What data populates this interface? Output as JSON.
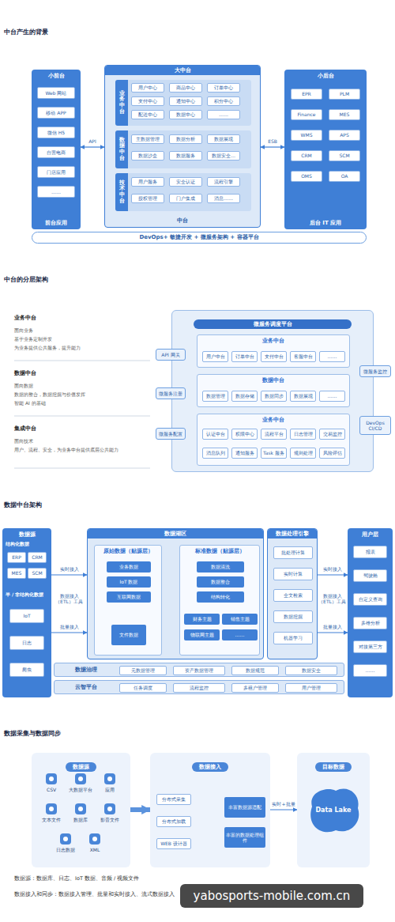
{
  "diagram": {
    "nodes": [
      {
        "text": [
          "小前台",
          "前台应用"
        ]
      },
      {
        "text": [
          "Web 网站"
        ],
        "in": 0
      },
      {
        "text": [
          "移动 APP"
        ],
        "in": 0
      },
      {
        "text": [
          "微信 H5"
        ],
        "in": 0
      },
      {
        "text": [
          "自营电商"
        ],
        "in": 0
      },
      {
        "text": [
          "门店应用"
        ],
        "in": 0
      },
      {
        "text": [
          "……"
        ],
        "in": 0
      },
      {
        "text": [
          "大中台",
          "中台"
        ]
      },
      {
        "text": [
          "业务中台"
        ],
        "in": 7
      },
      {
        "text": [
          "用户中心"
        ],
        "in": 8
      },
      {
        "text": [
          "商品中心"
        ],
        "in": 8
      },
      {
        "text": [
          "订单中心"
        ],
        "in": 8
      },
      {
        "text": [
          "支付中心"
        ],
        "in": 8
      },
      {
        "text": [
          "通知中心"
        ],
        "in": 8
      },
      {
        "text": [
          "积分中心"
        ],
        "in": 8
      },
      {
        "text": [
          "配送中心"
        ],
        "in": 8
      },
      {
        "text": [
          "数据中心"
        ],
        "in": 8
      },
      {
        "text": [
          "……"
        ],
        "in": 8
      },
      {
        "text": [
          "数据中台"
        ],
        "in": 7
      },
      {
        "text": [
          "主数据管理"
        ],
        "in": 18
      },
      {
        "text": [
          "数据分析"
        ],
        "in": 18
      },
      {
        "text": [
          "数据展现"
        ],
        "in": 18
      },
      {
        "text": [
          "数据沙盒"
        ],
        "in": 18
      },
      {
        "text": [
          "数据服务"
        ],
        "in": 18
      },
      {
        "text": [
          "数据安全…"
        ],
        "in": 18
      },
      {
        "text": [
          "技术中台"
        ],
        "in": 7
      },
      {
        "text": [
          "用户服务"
        ],
        "in": 25
      },
      {
        "text": [
          "安全认证"
        ],
        "in": 25
      },
      {
        "text": [
          "流程引擎"
        ],
        "in": 25
      },
      {
        "text": [
          "授权管理"
        ],
        "in": 25
      },
      {
        "text": [
          "门户集成"
        ],
        "in": 25
      },
      {
        "text": [
          "消息……"
        ],
        "in": 25
      },
      {
        "text": [
          "小后台",
          "后台 IT 应用"
        ]
      },
      {
        "text": [
          "EPR"
        ],
        "in": 32
      },
      {
        "text": [
          "PLM"
        ],
        "in": 32
      },
      {
        "text": [
          "Finance"
        ],
        "in": 32
      },
      {
        "text": [
          "MES"
        ],
        "in": 32
      },
      {
        "text": [
          "WMS"
        ],
        "in": 32
      },
      {
        "text": [
          "APS"
        ],
        "in": 32
      },
      {
        "text": [
          "CRM"
        ],
        "in": 32
      },
      {
        "text": [
          "SCM"
        ],
        "in": 32
      },
      {
        "text": [
          "OMS"
        ],
        "in": 32
      },
      {
        "text": [
          "OA"
        ],
        "in": 32
      },
      {
        "text": [
          "DevOps+ 敏捷开发 + 微服务架构 + 容器平台"
        ]
      },
      {
        "text": [
          "微服务调度平台"
        ]
      },
      {
        "text": [
          "API 网关"
        ]
      },
      {
        "text": [
          "微服务注册"
        ]
      },
      {
        "text": [
          "微服务配置"
        ]
      },
      {
        "text": [
          "微服务监控"
        ]
      },
      {
        "text": [
          "DevOps CI/CD"
        ]
      },
      {
        "text": [
          "业务中台"
        ],
        "in": 44
      },
      {
        "text": [
          "用户中台"
        ],
        "in": 50
      },
      {
        "text": [
          "订单中台"
        ],
        "in": 50
      },
      {
        "text": [
          "支付中台"
        ],
        "in": 50
      },
      {
        "text": [
          "客服中台"
        ],
        "in": 50
      },
      {
        "text": [
          "……"
        ],
        "in": 50
      },
      {
        "text": [
          "数据中台"
        ],
        "in": 44
      },
      {
        "text": [
          "数据管理"
        ],
        "in": 56
      },
      {
        "text": [
          "数据存储"
        ],
        "in": 56
      },
      {
        "text": [
          "数据同步"
        ],
        "in": 56
      },
      {
        "text": [
          "数据展现"
        ],
        "in": 56
      },
      {
        "text": [
          "……"
        ],
        "in": 56
      },
      {
        "text": [
          "业务中台"
        ],
        "in": 44
      },
      {
        "text": [
          "认证中台"
        ],
        "in": 62
      },
      {
        "text": [
          "权限中心"
        ],
        "in": 62
      },
      {
        "text": [
          "流程平台"
        ],
        "in": 62
      },
      {
        "text": [
          "日志管理"
        ],
        "in": 62
      },
      {
        "text": [
          "交易监控"
        ],
        "in": 62
      },
      {
        "text": [
          "消息队列"
        ],
        "in": 62
      },
      {
        "text": [
          "通知服务"
        ],
        "in": 62
      },
      {
        "text": [
          "Task 服务"
        ],
        "in": 62
      },
      {
        "text": [
          "规则处理"
        ],
        "in": 62
      },
      {
        "text": [
          "风险评估"
        ],
        "in": 62
      },
      {
        "text": [
          "数据源"
        ]
      },
      {
        "text": [
          "结构化数据"
        ],
        "in": 73
      },
      {
        "text": [
          "ERP"
        ],
        "in": 74
      },
      {
        "text": [
          "CRM"
        ],
        "in": 74
      },
      {
        "text": [
          "MES"
        ],
        "in": 74
      },
      {
        "text": [
          "SCM"
        ],
        "in": 74
      },
      {
        "text": [
          "半 / 非结构化数据"
        ],
        "in": 73
      },
      {
        "text": [
          "IoT"
        ],
        "in": 79
      },
      {
        "text": [
          "日志"
        ],
        "in": 79
      },
      {
        "text": [
          "爬虫"
        ],
        "in": 79
      },
      {
        "text": [
          "数据湖区"
        ]
      },
      {
        "text": [
          "原始数据（贴源层）"
        ],
        "in": 83
      },
      {
        "text": [
          "业务数据"
        ],
        "in": 84
      },
      {
        "text": [
          "IoT 数据"
        ],
        "in": 84
      },
      {
        "text": [
          "互联网数据"
        ],
        "in": 84
      },
      {
        "text": [
          "文件数据"
        ],
        "in": 84
      },
      {
        "text": [
          "标准数据（贴源层）"
        ],
        "in": 83
      },
      {
        "text": [
          "数据清洗"
        ],
        "in": 89
      },
      {
        "text": [
          "数据整合"
        ],
        "in": 89
      },
      {
        "text": [
          "结构转化"
        ],
        "in": 89
      },
      {
        "text": [
          "财务主题"
        ],
        "in": 89
      },
      {
        "text": [
          "销售主题"
        ],
        "in": 89
      },
      {
        "text": [
          "物联网主题"
        ],
        "in": 89
      },
      {
        "text": [
          "……"
        ],
        "in": 89
      },
      {
        "text": [
          "数据处理引擎"
        ]
      },
      {
        "text": [
          "批处理计算"
        ],
        "in": 97
      },
      {
        "text": [
          "实时计算"
        ],
        "in": 97
      },
      {
        "text": [
          "全文检索"
        ],
        "in": 97
      },
      {
        "text": [
          "数据挖掘"
        ],
        "in": 97
      },
      {
        "text": [
          "机器学习"
        ],
        "in": 97
      },
      {
        "text": [
          "用户层"
        ]
      },
      {
        "text": [
          "报表"
        ],
        "in": 103
      },
      {
        "text": [
          "驾驶舱"
        ],
        "in": 103
      },
      {
        "text": [
          "自定义查询"
        ],
        "in": 103
      },
      {
        "text": [
          "多维分析"
        ],
        "in": 103
      },
      {
        "text": [
          "对接第三方"
        ],
        "in": 103
      },
      {
        "text": [
          "……"
        ],
        "in": 103
      },
      {
        "text": [
          "数据治理"
        ]
      },
      {
        "text": [
          "元数据管理"
        ],
        "in": 110
      },
      {
        "text": [
          "资产数据管理"
        ],
        "in": 110
      },
      {
        "text": [
          "数据规范"
        ],
        "in": 110
      },
      {
        "text": [
          "数据安全"
        ],
        "in": 110
      },
      {
        "text": [
          "云智平台"
        ]
      },
      {
        "text": [
          "任务调度"
        ],
        "in": 115
      },
      {
        "text": [
          "流程监控"
        ],
        "in": 115
      },
      {
        "text": [
          "多租户管理"
        ],
        "in": 115
      },
      {
        "text": [
          "用户管理"
        ],
        "in": 115
      },
      {
        "text": [
          "数据源"
        ]
      },
      {
        "text": [
          "CSV"
        ],
        "in": 120
      },
      {
        "text": [
          "大数据平台"
        ],
        "in": 120
      },
      {
        "text": [
          "应用"
        ],
        "in": 120
      },
      {
        "text": [
          "文本文件"
        ],
        "in": 120
      },
      {
        "text": [
          "数据库"
        ],
        "in": 120
      },
      {
        "text": [
          "影音文件"
        ],
        "in": 120
      },
      {
        "text": [
          "日志数据"
        ],
        "in": 120
      },
      {
        "text": [
          "XML"
        ],
        "in": 120
      },
      {
        "text": [
          "数据接入"
        ]
      },
      {
        "text": [
          "分布式采集"
        ],
        "in": 129
      },
      {
        "text": [
          "分布式加载"
        ],
        "in": 129
      },
      {
        "text": [
          "WEB 设计器"
        ],
        "in": 129
      },
      {
        "text": [
          "丰富数据源适配"
        ],
        "in": 129
      },
      {
        "text": [
          "丰富的数据处理组件"
        ],
        "in": 129
      },
      {
        "text": [
          "目标数据"
        ]
      },
      {
        "text": [
          "Data Lake"
        ],
        "in": 135
      }
    ],
    "edges": [
      {
        "from": 0,
        "to": 7,
        "label": "API",
        "arrow": "both"
      },
      {
        "from": 7,
        "to": 32,
        "label": "ESB",
        "arrow": "both"
      },
      {
        "from": 73,
        "to": 83,
        "label": "实时接入",
        "arrow": "to"
      },
      {
        "from": 73,
        "to": 83,
        "label": "批量接入",
        "arrow": "to"
      },
      {
        "from": 97,
        "to": 103,
        "label": "实时接入",
        "arrow": "to"
      },
      {
        "from": 97,
        "to": 103,
        "label": "批量接入",
        "arrow": "to"
      },
      {
        "from": 84,
        "to": 89,
        "arrow": "to"
      },
      {
        "from": 87,
        "to": 88,
        "arrow": "to"
      },
      {
        "from": 120,
        "to": 129,
        "arrow": "to"
      },
      {
        "from": 129,
        "to": 135,
        "label": "实时+批量",
        "arrow": "to"
      },
      {
        "from": 130,
        "to": 133,
        "arrow": "to"
      },
      {
        "from": 130,
        "to": 134,
        "arrow": "to"
      },
      {
        "from": 131,
        "to": 133,
        "arrow": "to"
      },
      {
        "from": 131,
        "to": 134,
        "arrow": "to"
      },
      {
        "from": 132,
        "to": 133,
        "arrow": "to"
      },
      {
        "from": 132,
        "to": 134,
        "arrow": "to"
      }
    ],
    "labels": [
      "中台产生的背景",
      "中台的分层架构",
      "业务中台",
      "面向业务",
      "基于业务定制开发",
      "为业务提供公共服务，提升能力",
      "数据中台",
      "面向数据",
      "数据的整合，数据挖掘与价值发挥",
      "智能 AI 的基础",
      "集成中台",
      "面向技术",
      "用户、流程、安全，为业务中台提供底层公共能力",
      "数据中台架构",
      "数据接入（ETL）工具",
      "数据接入（ETL）工具",
      "数据采集与数据同步",
      "数据源：数据库、日志、IoT 数据、音频 / 视频文件",
      "数据接入和同步：数据接入管理、批量和实时接入、流式数据接入",
      "yabosports-mobile.com.cn"
    ]
  }
}
